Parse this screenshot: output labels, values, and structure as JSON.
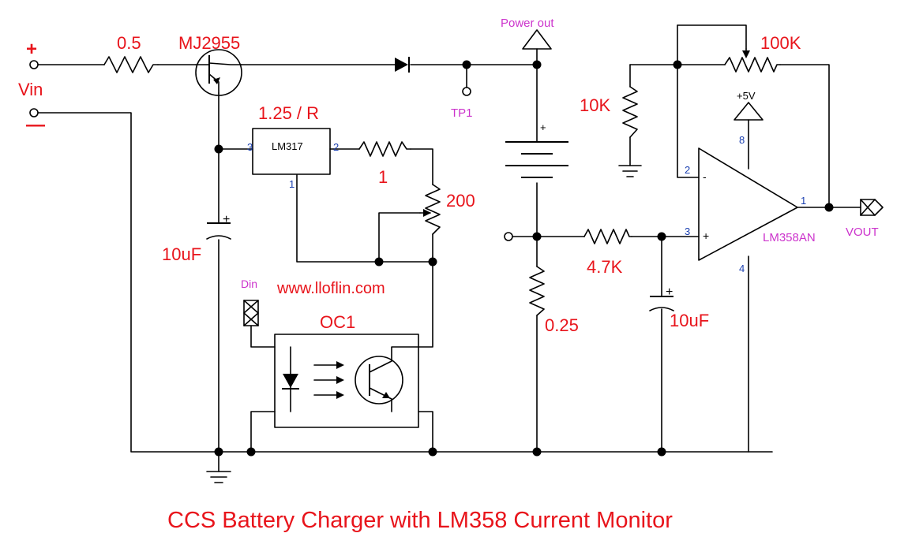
{
  "title": "CCS Battery Charger with LM358 Current Monitor",
  "website": "www.lloflin.com",
  "colors": {
    "label": "#e8141b",
    "net_label": "#cc33cc",
    "pin_number": "#1a3fb0",
    "wire": "#000000"
  },
  "input": {
    "plus": "+",
    "minus": "—",
    "label": "Vin"
  },
  "components": {
    "r_sense_in": "0.5",
    "transistor": "MJ2955",
    "lm317_formula": "1.25 / R",
    "lm317": "LM317",
    "r1": "1",
    "pot_200": "200",
    "cap_left": "10uF",
    "opto": "OC1",
    "r_shunt": "0.25",
    "r_47k": "4.7K",
    "cap_right": "10uF",
    "r_10k": "10K",
    "pot_100k": "100K",
    "opamp": "LM358AN",
    "battery_plus": "+",
    "cap_plus": "+"
  },
  "nets": {
    "power_out": "Power out",
    "tp1": "TP1",
    "din": "Din",
    "vout": "VOUT",
    "supply_5v": "+5V"
  },
  "pins": {
    "lm317_in": "3",
    "lm317_out": "2",
    "lm317_adj": "1",
    "op_inv": "2",
    "op_noninv": "3",
    "op_out": "1",
    "op_vcc": "8",
    "op_gnd": "4",
    "op_minus": "-",
    "op_plus": "+"
  }
}
